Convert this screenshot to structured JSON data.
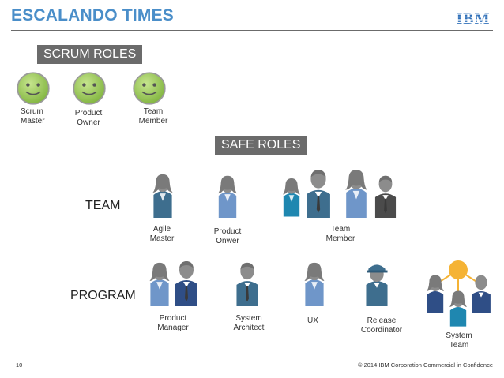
{
  "header": {
    "title": "ESCALANDO TIMES",
    "logo_text": "IBM"
  },
  "scrum": {
    "band_label": "SCRUM ROLES",
    "roles": [
      {
        "label": "Scrum\nMaster"
      },
      {
        "label": "Product\nOwner"
      },
      {
        "label": "Team\nMember"
      }
    ]
  },
  "safe": {
    "band_label": "SAFE ROLES",
    "team_row": {
      "label": "TEAM",
      "roles": [
        {
          "label": "Agile\nMaster"
        },
        {
          "label": "Product\nOnwer"
        },
        {
          "label": "Team\nMember"
        }
      ]
    },
    "program_row": {
      "label": "PROGRAM",
      "roles": [
        {
          "label": "Product\nManager"
        },
        {
          "label": "System\nArchitect"
        },
        {
          "label": "UX"
        },
        {
          "label": "Release\nCoordinator"
        },
        {
          "label": "System\nTeam"
        }
      ]
    }
  },
  "footer": {
    "page_number": "10",
    "copyright": "© 2014 IBM Corporation  Commercial in Confidence"
  },
  "colors": {
    "title": "#4a8ec9",
    "band": "#6b6b6b",
    "smiley": "#8fc14b",
    "person_teal": "#3e6e8e",
    "person_blue": "#6f96c9",
    "person_navy": "#2f4e86",
    "person_gray": "#8c8c8c",
    "person_dark": "#4b4b4b",
    "hub": "#f5b335"
  }
}
